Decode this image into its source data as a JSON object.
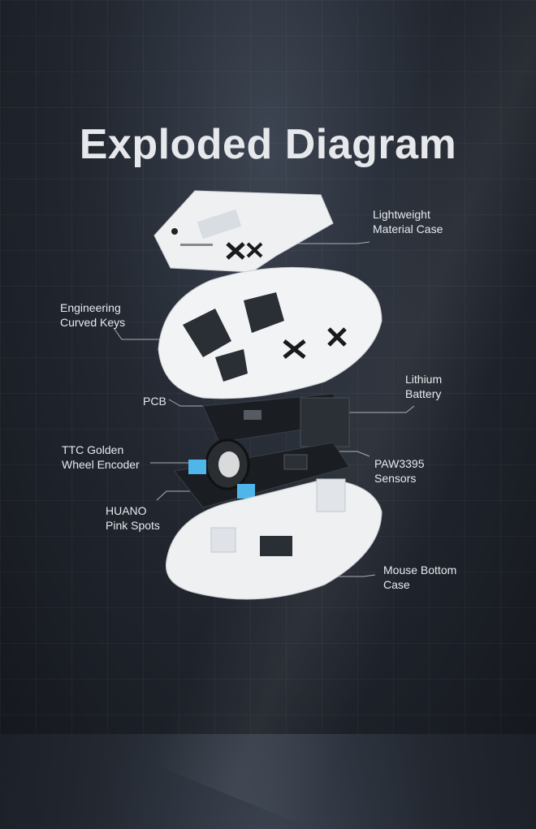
{
  "title": "Exploded Diagram",
  "labels": {
    "lightweight_case": "Lightweight\nMaterial Case",
    "curved_keys": "Engineering\nCurved Keys",
    "pcb": "PCB",
    "battery": "Lithium\nBattery",
    "wheel_encoder": "TTC Golden\nWheel Encoder",
    "sensors": "PAW3395\nSensors",
    "pink_spots": "HUANO\nPink Spots",
    "bottom_case": "Mouse Bottom\nCase"
  },
  "colors": {
    "background": "#1c2028",
    "shell": "#f2f3f5",
    "pcb": "#1a1d22",
    "switch": "#4fb6ea",
    "leader": "#aab0b8"
  }
}
